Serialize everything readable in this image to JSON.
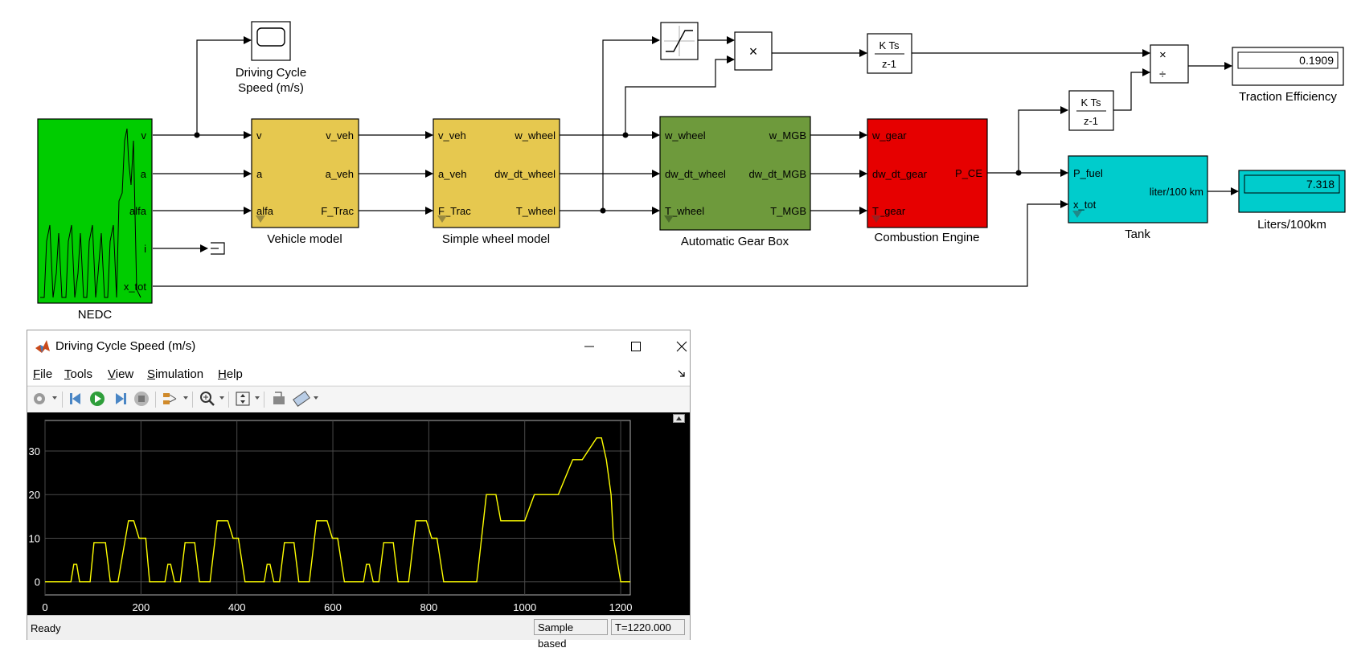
{
  "blocks": {
    "nedc": {
      "name": "NEDC",
      "ports": [
        "v",
        "a",
        "alfa",
        "i",
        "x_tot"
      ]
    },
    "scope_block": {
      "name_line1": "Driving Cycle",
      "name_line2": "Speed (m/s)"
    },
    "vehicle_model": {
      "name": "Vehicle model",
      "in_ports": [
        "v",
        "a",
        "alfa"
      ],
      "out_ports": [
        "v_veh",
        "a_veh",
        "F_Trac"
      ]
    },
    "wheel_model": {
      "name": "Simple wheel model",
      "in_ports": [
        "v_veh",
        "a_veh",
        "F_Trac"
      ],
      "out_ports": [
        "w_wheel",
        "dw_dt_wheel",
        "T_wheel"
      ]
    },
    "gear_box": {
      "name": "Automatic Gear Box",
      "in_ports": [
        "w_wheel",
        "dw_dt_wheel",
        "T_wheel"
      ],
      "out_ports": [
        "w_MGB",
        "dw_dt_MGB",
        "T_MGB"
      ]
    },
    "engine": {
      "name": "Combustion Engine",
      "in_ports": [
        "w_gear",
        "dw_dt_gear",
        "T_gear"
      ],
      "out_ports": [
        "P_CE"
      ]
    },
    "tank": {
      "name": "Tank",
      "in_ports": [
        "P_fuel",
        "x_tot"
      ],
      "out_ports": [
        "liter/100 km"
      ]
    },
    "product": {
      "symbol": "×"
    },
    "divide": {
      "mul": "×",
      "div": "÷"
    },
    "integrator1": {
      "num": "K Ts",
      "den": "z-1"
    },
    "integrator2": {
      "num": "K Ts",
      "den": "z-1"
    },
    "traction_display": {
      "value": "0.1909",
      "name": "Traction Efficiency"
    },
    "liters_display": {
      "value": "7.318",
      "name": "Liters/100km"
    }
  },
  "colors": {
    "nedc": "#00cc00",
    "vehicle": "#e6c84f",
    "gearbox": "#6e9a3c",
    "engine": "#e60000",
    "tank": "#00cccc"
  },
  "scope_window": {
    "title": "Driving Cycle Speed (m/s)",
    "menus": [
      {
        "key": "F",
        "rest": "ile"
      },
      {
        "key": "T",
        "rest": "ools"
      },
      {
        "key": "V",
        "rest": "iew"
      },
      {
        "key": "S",
        "rest": "imulation"
      },
      {
        "key": "H",
        "rest": "elp"
      }
    ],
    "status": "Ready",
    "mode": "Sample based",
    "time": "T=1220.000"
  },
  "chart_data": {
    "type": "line",
    "xlim": [
      0,
      1220
    ],
    "ylim": [
      -3,
      37
    ],
    "xticks": [
      0,
      200,
      400,
      600,
      800,
      1000,
      1200
    ],
    "yticks": [
      0,
      10,
      20,
      30
    ],
    "grid": true,
    "series": [
      {
        "color": "#ffff00",
        "x": [
          0,
          54,
          60,
          66,
          72,
          94,
          102,
          126,
          136,
          152,
          174,
          185,
          196,
          210,
          218,
          232,
          250,
          256,
          262,
          270,
          282,
          292,
          312,
          322,
          344,
          359,
          381,
          392,
          403,
          417,
          425,
          439,
          457,
          463,
          469,
          477,
          489,
          499,
          519,
          529,
          551,
          566,
          588,
          599,
          610,
          624,
          632,
          646,
          664,
          670,
          676,
          684,
          696,
          706,
          726,
          736,
          758,
          773,
          795,
          806,
          817,
          831,
          839,
          853,
          870,
          900,
          920,
          940,
          950,
          1000,
          1020,
          1070,
          1100,
          1120,
          1150,
          1160,
          1170,
          1180,
          1185,
          1200,
          1220
        ],
        "y": [
          0,
          0,
          4,
          4,
          0,
          0,
          9,
          9,
          0,
          0,
          14,
          14,
          10,
          10,
          0,
          0,
          0,
          4,
          4,
          0,
          0,
          9,
          9,
          0,
          0,
          14,
          14,
          10,
          10,
          0,
          0,
          0,
          0,
          4,
          4,
          0,
          0,
          9,
          9,
          0,
          0,
          14,
          14,
          10,
          10,
          0,
          0,
          0,
          0,
          4,
          4,
          0,
          0,
          9,
          9,
          0,
          0,
          14,
          14,
          10,
          10,
          0,
          0,
          0,
          0,
          0,
          20,
          20,
          14,
          14,
          20,
          20,
          28,
          28,
          33,
          33,
          28,
          20,
          10,
          0,
          0
        ]
      }
    ]
  }
}
